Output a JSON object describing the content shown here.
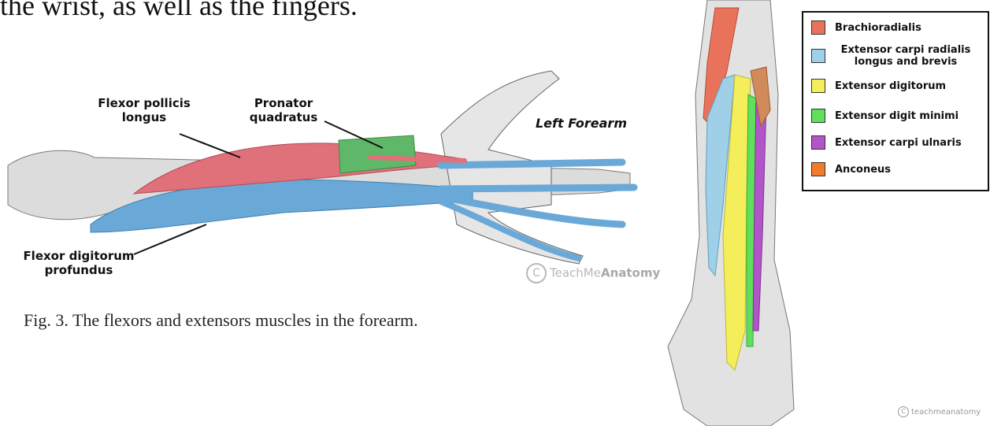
{
  "top_text": "the wrist, as well as the fingers.",
  "figure1": {
    "labels": {
      "flexor_pollicis_longus": "Flexor pollicis longus",
      "pronator_quadratus": "Pronator quadratus",
      "flexor_digitorum_profundus": "Flexor digitorum profundus",
      "left_forearm": "Left Forearm"
    },
    "watermark_brand_plain": "TeachMe",
    "watermark_brand_bold": "Anatomy",
    "colors": {
      "flexor_pollicis_longus": "#e0707a",
      "pronator_quadratus": "#5fb86a",
      "flexor_digitorum_profundus": "#6aa8d8"
    }
  },
  "caption": "Fig. 3. The flexors and extensors muscles in the forearm.",
  "legend": {
    "items": [
      {
        "label": "Brachioradialis",
        "color": "#e8735a"
      },
      {
        "label": "Extensor carpi radialis longus and brevis",
        "color": "#9fd0e8"
      },
      {
        "label": "Extensor digitorum",
        "color": "#f4ee5a"
      },
      {
        "label": "Extensor digit minimi",
        "color": "#5ee05a"
      },
      {
        "label": "Extensor carpi ulnaris",
        "color": "#b255c8"
      },
      {
        "label": "Anconeus",
        "color": "#f07b2a"
      }
    ]
  },
  "watermark2": "teachmeanatomy",
  "icons": {
    "copyright": "copyright-icon"
  }
}
